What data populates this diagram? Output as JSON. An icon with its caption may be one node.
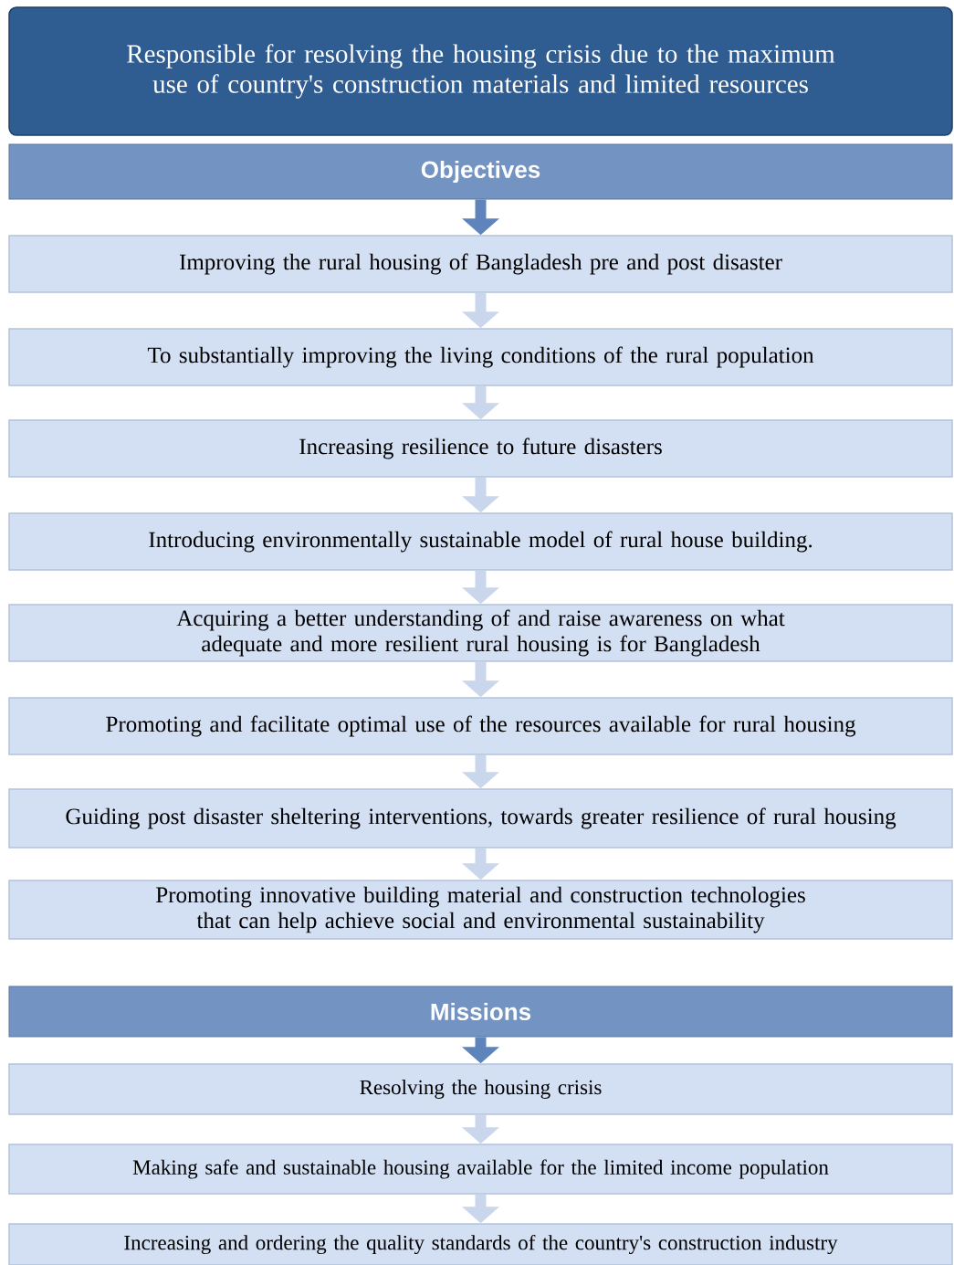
{
  "diagram": {
    "nodes": [
      {
        "text": [
          "Responsible for resolving the housing crisis due to the maximum use of country's construction materials and limited resources"
        ]
      },
      {
        "text": [
          "Objectives"
        ]
      },
      {
        "text": [
          "Improving the rural housing of Bangladesh pre and post disaster"
        ]
      },
      {
        "text": [
          "To substantially improving the living conditions of the rural population"
        ]
      },
      {
        "text": [
          "Increasing resilience to future disasters"
        ]
      },
      {
        "text": [
          "Introducing environmentally sustainable model of rural house building."
        ]
      },
      {
        "text": [
          "Acquiring a better understanding of and raise awareness on what adequate and more resilient rural housing is for Bangladesh"
        ]
      },
      {
        "text": [
          "Promoting and facilitate optimal use of the resources available for rural housing"
        ]
      },
      {
        "text": [
          "Guiding post disaster sheltering interventions, towards greater resilience of rural housing"
        ]
      },
      {
        "text": [
          "Promoting innovative building material and construction technologies that can help achieve social and environmental sustainability"
        ]
      },
      {
        "text": [
          "Missions"
        ]
      },
      {
        "text": [
          "Resolving the housing crisis"
        ]
      },
      {
        "text": [
          "Making safe and sustainable housing available for the limited income population"
        ]
      },
      {
        "text": [
          "Increasing and ordering the quality standards of the country's construction industry"
        ]
      }
    ],
    "edges": [
      {
        "from": 1,
        "to": 2,
        "arrow": "to",
        "color": "#5f84bb"
      },
      {
        "from": 2,
        "to": 3,
        "arrow": "to"
      },
      {
        "from": 3,
        "to": 4,
        "arrow": "to"
      },
      {
        "from": 4,
        "to": 5,
        "arrow": "to"
      },
      {
        "from": 5,
        "to": 6,
        "arrow": "to"
      },
      {
        "from": 6,
        "to": 7,
        "arrow": "to"
      },
      {
        "from": 7,
        "to": 8,
        "arrow": "to"
      },
      {
        "from": 8,
        "to": 9,
        "arrow": "to"
      },
      {
        "from": 10,
        "to": 11,
        "arrow": "to",
        "color": "#5f84bb"
      },
      {
        "from": 11,
        "to": 12,
        "arrow": "to"
      },
      {
        "from": 12,
        "to": 13,
        "arrow": "to"
      }
    ]
  }
}
